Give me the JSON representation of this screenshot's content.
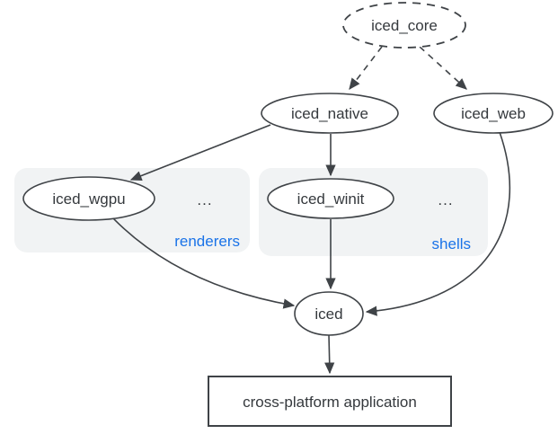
{
  "colors": {
    "background": "#ffffff",
    "node_fill": "#ffffff",
    "stroke": "#3f4347",
    "text": "#35393d",
    "accent_blue": "#1a73e8",
    "group_fill": "#f1f3f4"
  },
  "diagram": {
    "nodes": {
      "iced_core": {
        "label": "iced_core",
        "shape": "dashed-ellipse"
      },
      "iced_native": {
        "label": "iced_native",
        "shape": "ellipse"
      },
      "iced_web": {
        "label": "iced_web",
        "shape": "ellipse"
      },
      "iced_wgpu": {
        "label": "iced_wgpu",
        "shape": "ellipse"
      },
      "iced_winit": {
        "label": "iced_winit",
        "shape": "ellipse"
      },
      "iced": {
        "label": "iced",
        "shape": "ellipse"
      },
      "application": {
        "label": "cross-platform application",
        "shape": "rect"
      }
    },
    "groups": {
      "renderers": {
        "label": "renderers",
        "more": "..."
      },
      "shells": {
        "label": "shells",
        "more": "..."
      }
    },
    "edges": [
      {
        "from": "iced_core",
        "to": "iced_native",
        "style": "dashed"
      },
      {
        "from": "iced_core",
        "to": "iced_web",
        "style": "dashed"
      },
      {
        "from": "iced_native",
        "to": "iced_wgpu",
        "style": "solid"
      },
      {
        "from": "iced_native",
        "to": "iced_winit",
        "style": "solid"
      },
      {
        "from": "iced_wgpu",
        "to": "iced",
        "style": "solid"
      },
      {
        "from": "iced_winit",
        "to": "iced",
        "style": "solid"
      },
      {
        "from": "iced_web",
        "to": "iced",
        "style": "solid"
      },
      {
        "from": "iced",
        "to": "application",
        "style": "solid"
      }
    ]
  }
}
